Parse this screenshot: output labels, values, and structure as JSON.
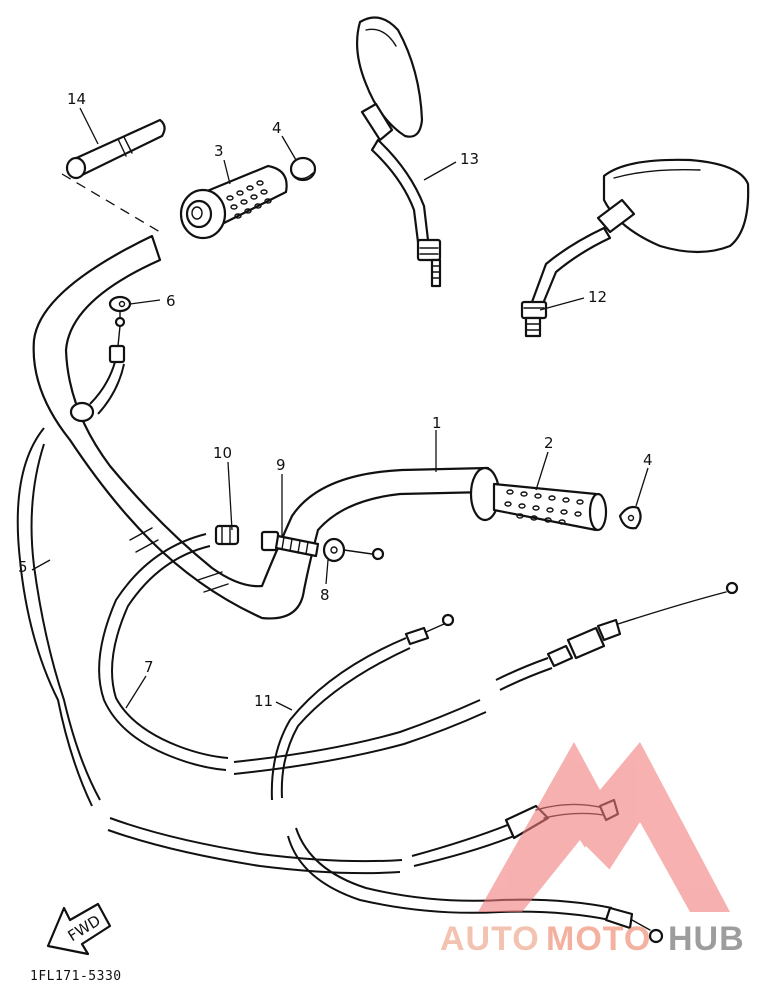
{
  "diagram": {
    "part_labels": [
      {
        "id": "handlebar",
        "text": "1"
      },
      {
        "id": "grip-right",
        "text": "2"
      },
      {
        "id": "grip-left",
        "text": "3"
      },
      {
        "id": "grip-end-left",
        "text": "4"
      },
      {
        "id": "grip-end-right",
        "text": "4"
      },
      {
        "id": "brake-hose",
        "text": "5"
      },
      {
        "id": "hose-fitting",
        "text": "6"
      },
      {
        "id": "clutch-cable",
        "text": "7"
      },
      {
        "id": "cable-clamp",
        "text": "8"
      },
      {
        "id": "cable-adjuster",
        "text": "9"
      },
      {
        "id": "cable-nut",
        "text": "10"
      },
      {
        "id": "throttle-cable",
        "text": "11"
      },
      {
        "id": "mirror-right",
        "text": "12"
      },
      {
        "id": "mirror-left",
        "text": "13"
      },
      {
        "id": "bar-weight",
        "text": "14"
      }
    ],
    "front_arrow": "FWD",
    "drawing_code": "1FL171-5330"
  },
  "watermark": {
    "part1": "AUTO",
    "part2": "MOTO",
    "part3": "HUB",
    "colors": {
      "auto": "#f0b9a3",
      "moto": "#f3a48f",
      "hub": "#8c8c8c",
      "logo": "#f17c7c"
    }
  }
}
